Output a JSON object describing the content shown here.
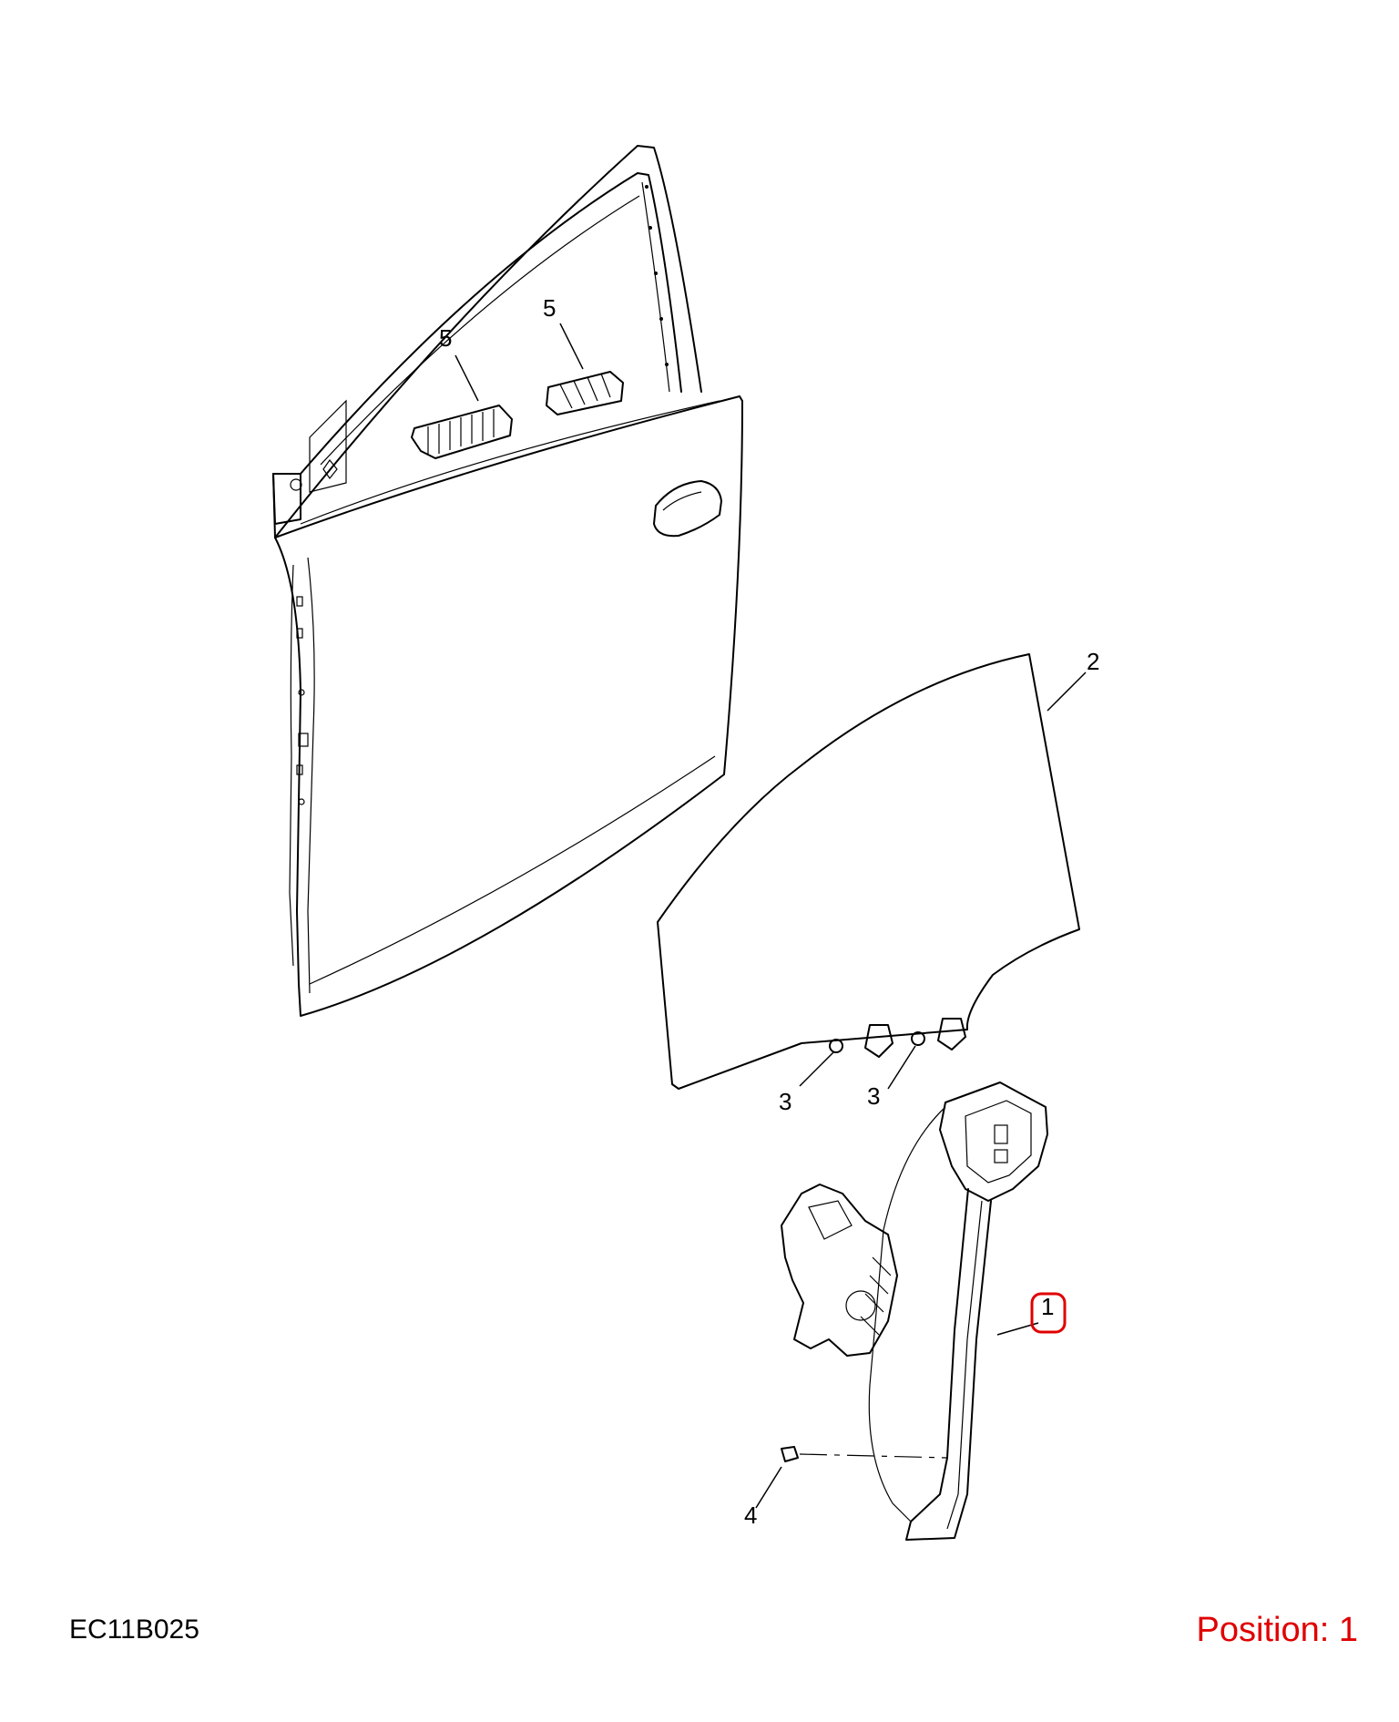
{
  "callouts": {
    "door_latch_left": "5",
    "door_latch_right": "5",
    "window_glass": "2",
    "bolt_left": "3",
    "bolt_right": "3",
    "regulator": "1",
    "regulator_bolt": "4"
  },
  "drawing_id": "EC11B025",
  "position": {
    "label": "Position: 1"
  },
  "colors": {
    "highlight": "#e00000",
    "line": "#000000"
  }
}
